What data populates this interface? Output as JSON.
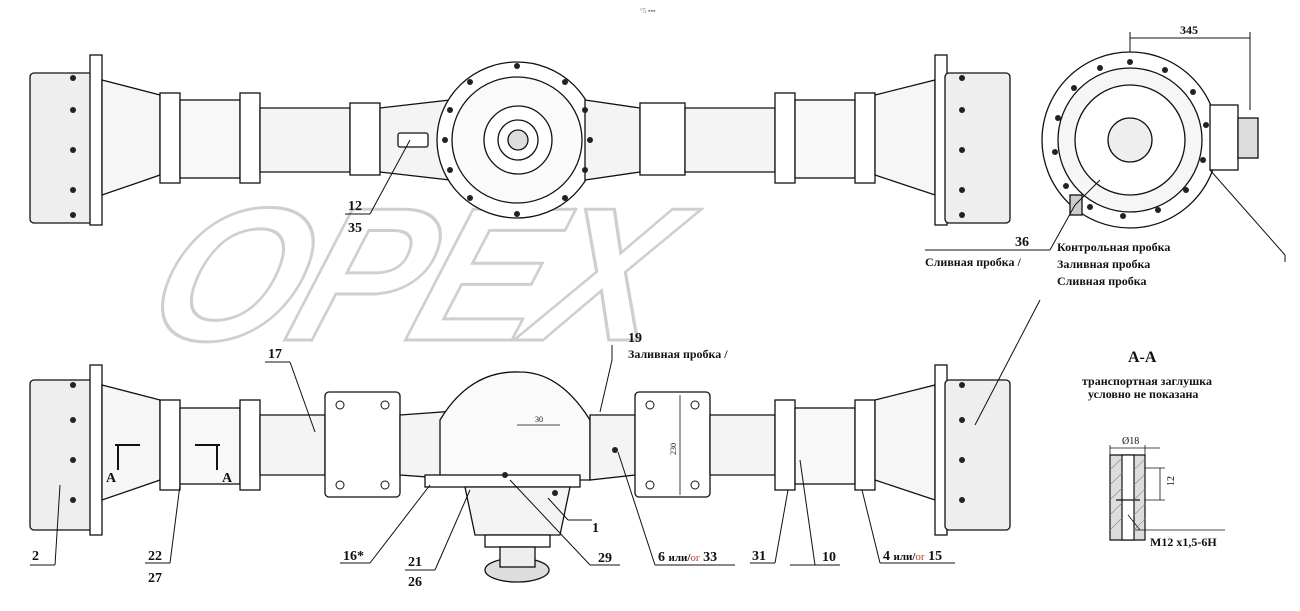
{
  "watermark": "OPEX",
  "top_caption": "°5 ▪▪▪",
  "callouts": {
    "c12": "12",
    "c35": "35",
    "c36": "36",
    "c19": "19",
    "c17": "17",
    "c2": "2",
    "c22": "22",
    "c27": "27",
    "c16": "16*",
    "c21": "21",
    "c26": "26",
    "c29": "29",
    "c1": "1",
    "c6": "6",
    "c33": "33",
    "c31": "31",
    "c10": "10",
    "c4": "4",
    "c15": "15",
    "or_word": "или/",
    "or_red": "or"
  },
  "side_view": {
    "dim_345": "345",
    "plug_control": "Контрольная пробка",
    "plug_fill": "Заливная пробка",
    "plug_drain": "Сливная пробка",
    "plug_drain_slash": "Сливная пробка /"
  },
  "front_view": {
    "fill_plug_slash": "Заливная пробка /",
    "section_a": "A",
    "dim_30": "30",
    "dim_230": "230"
  },
  "section_aa": {
    "title": "A-A",
    "note_line1": "транспортная заглушка",
    "note_line2": "условно не показана",
    "dia": "Ø18",
    "dim_12": "12",
    "thread": "M12 x1,5-6H"
  }
}
